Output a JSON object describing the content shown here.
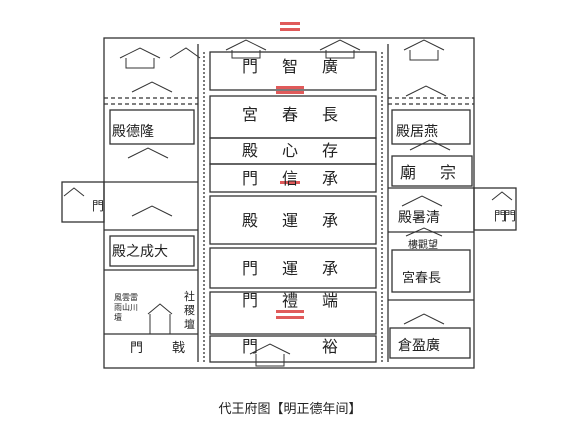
{
  "caption": "代王府图【明正德年间】",
  "labels": {
    "guangzhi_gate": [
      "門",
      "智",
      "廣"
    ],
    "changchun_palace": [
      "宮",
      "春",
      "長"
    ],
    "cunxin_hall": [
      "殿",
      "心",
      "存"
    ],
    "chengxin_gate": [
      "門",
      "信",
      "承"
    ],
    "chengyun_hall": [
      "殿",
      "運",
      "承"
    ],
    "chengyun_gate": [
      "門",
      "運",
      "承"
    ],
    "duanli_gate": [
      "門",
      "禮",
      "端"
    ],
    "yu_gate": [
      "門",
      "裕"
    ],
    "longde_hall": "殿德隆",
    "yanju_hall": "殿居燕",
    "zongmiao": [
      "廟",
      "宗"
    ],
    "qingshu_hall": "殿暑清",
    "dacheng_hall": "殿之成大",
    "wangjiao_tower": "樓觀望",
    "changchun_small": "宮春長",
    "west_gate": "門",
    "east_gate_a": "門",
    "east_gate_b": "門",
    "shanchuan_altar": [
      "風雲雷",
      "雨山川",
      "壇"
    ],
    "sheji_altar": [
      "社",
      "稷",
      "壇"
    ],
    "ji_gate": [
      "門",
      "戟"
    ],
    "guangying_granary": "倉盈廣"
  }
}
